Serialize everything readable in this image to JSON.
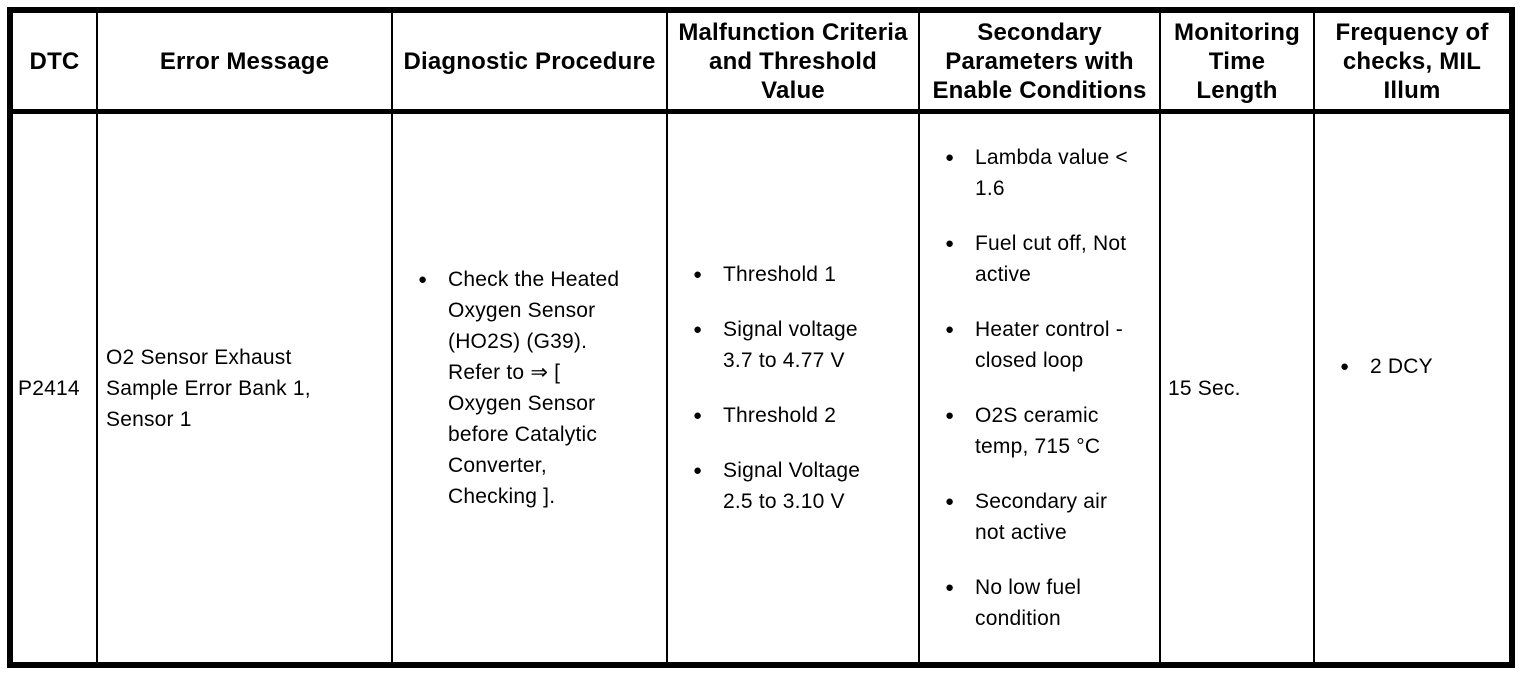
{
  "table": {
    "headers": [
      "DTC",
      "Error Message",
      "Diagnostic Procedure",
      "Malfunction Criteria\nand Threshold\nValue",
      "Secondary\nParameters with\nEnable Conditions",
      "Monitoring\nTime\nLength",
      "Frequency of\nchecks, MIL\nIllum"
    ],
    "row": {
      "dtc": "P2414",
      "error_message": "O2 Sensor Exhaust\nSample Error Bank 1,\nSensor 1",
      "diagnostic_procedure": [
        "Check the Heated\nOxygen Sensor\n(HO2S) (G39).\nRefer to ⇒ [\nOxygen Sensor\nbefore Catalytic\nConverter,\nChecking ]."
      ],
      "malfunction_criteria": [
        "Threshold 1",
        "Signal voltage\n3.7 to 4.77 V",
        "Threshold 2",
        "Signal Voltage\n2.5 to 3.10 V"
      ],
      "secondary_parameters": [
        "Lambda value <\n1.6",
        "Fuel cut off, Not\nactive",
        "Heater control -\nclosed loop",
        "O2S ceramic\ntemp, 715 °C",
        "Secondary air\nnot active",
        "No low fuel\ncondition"
      ],
      "monitoring_time": "15 Sec.",
      "frequency": [
        "2 DCY"
      ]
    }
  },
  "icons": {
    "bullet": "●"
  },
  "colors": {
    "border": "#000000",
    "text": "#000000",
    "background": "#ffffff"
  }
}
